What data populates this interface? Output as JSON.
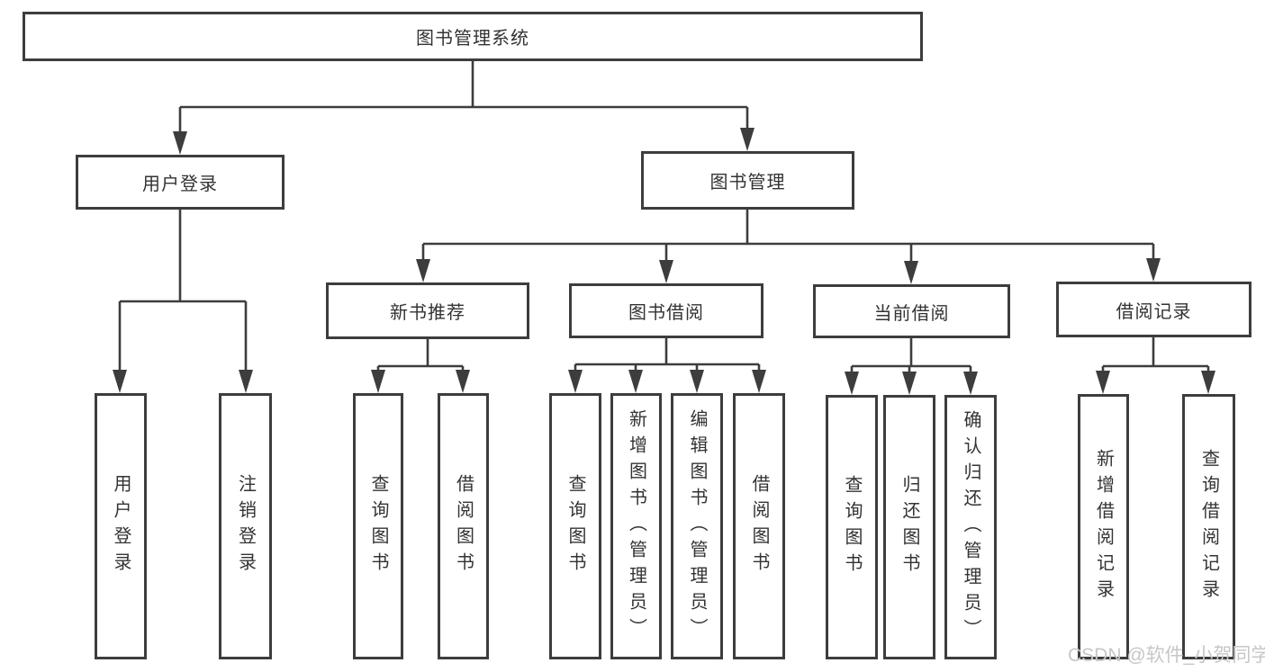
{
  "diagram_title": "图书管理系统",
  "nodes": {
    "root": {
      "label": "图书管理系统"
    },
    "user_login": {
      "label": "用户登录"
    },
    "book_mgmt": {
      "label": "图书管理"
    },
    "new_books": {
      "label": "新书推荐"
    },
    "book_borrow": {
      "label": "图书借阅"
    },
    "current_borrow": {
      "label": "当前借阅"
    },
    "borrow_records": {
      "label": "借阅记录"
    },
    "ul_login": {
      "label": "用户登录"
    },
    "ul_logout": {
      "label": "注销登录"
    },
    "nb_query": {
      "label": "查询图书"
    },
    "nb_borrow": {
      "label": "借阅图书"
    },
    "bb_query": {
      "label": "查询图书"
    },
    "bb_add": {
      "label": "新增图书（管理员）"
    },
    "bb_edit": {
      "label": "编辑图书（管理员）"
    },
    "bb_borrow": {
      "label": "借阅图书"
    },
    "cb_query": {
      "label": "查询图书"
    },
    "cb_return": {
      "label": "归还图书"
    },
    "cb_confirm": {
      "label": "确认归还（管理员）"
    },
    "br_add": {
      "label": "新增借阅记录"
    },
    "br_query": {
      "label": "查询借阅记录"
    }
  },
  "hierarchy": {
    "图书管理系统": {
      "用户登录": [
        "用户登录",
        "注销登录"
      ],
      "图书管理": {
        "新书推荐": [
          "查询图书",
          "借阅图书"
        ],
        "图书借阅": [
          "查询图书",
          "新增图书（管理员）",
          "编辑图书（管理员）",
          "借阅图书"
        ],
        "当前借阅": [
          "查询图书",
          "归还图书",
          "确认归还（管理员）"
        ],
        "借阅记录": [
          "新增借阅记录",
          "查询借阅记录"
        ]
      }
    }
  },
  "watermark": "CSDN @软件_小贺同学",
  "colors": {
    "line": "#3d3d3d",
    "text": "#333333",
    "watermark": "#c7c7c7",
    "background": "#ffffff"
  }
}
